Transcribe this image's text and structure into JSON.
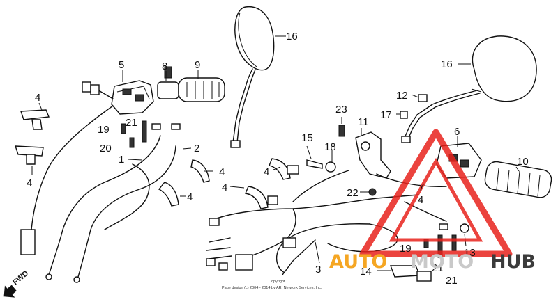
{
  "diagram": {
    "callouts": [
      {
        "id": "c1",
        "text": "1"
      },
      {
        "id": "c2",
        "text": "2"
      },
      {
        "id": "c3",
        "text": "3"
      },
      {
        "id": "c4a",
        "text": "4"
      },
      {
        "id": "c4b",
        "text": "4"
      },
      {
        "id": "c4c",
        "text": "4"
      },
      {
        "id": "c4d",
        "text": "4"
      },
      {
        "id": "c4e",
        "text": "4"
      },
      {
        "id": "c4f",
        "text": "4"
      },
      {
        "id": "c4g",
        "text": "4"
      },
      {
        "id": "c5",
        "text": "5"
      },
      {
        "id": "c6",
        "text": "6"
      },
      {
        "id": "c7",
        "text": "7"
      },
      {
        "id": "c8",
        "text": "8"
      },
      {
        "id": "c9",
        "text": "9"
      },
      {
        "id": "c10",
        "text": "10"
      },
      {
        "id": "c11",
        "text": "11"
      },
      {
        "id": "c12",
        "text": "12"
      },
      {
        "id": "c13",
        "text": "13"
      },
      {
        "id": "c14",
        "text": "14"
      },
      {
        "id": "c15",
        "text": "15"
      },
      {
        "id": "c16a",
        "text": "16"
      },
      {
        "id": "c16b",
        "text": "16"
      },
      {
        "id": "c17",
        "text": "17"
      },
      {
        "id": "c18",
        "text": "18"
      },
      {
        "id": "c19a",
        "text": "19"
      },
      {
        "id": "c19b",
        "text": "19"
      },
      {
        "id": "c20",
        "text": "20"
      },
      {
        "id": "c21a",
        "text": "21"
      },
      {
        "id": "c21b",
        "text": "21"
      },
      {
        "id": "c21c",
        "text": "21"
      },
      {
        "id": "c22",
        "text": "22"
      },
      {
        "id": "c23",
        "text": "23"
      }
    ],
    "direction_label": "FWD",
    "copyright_line1": "Copyright",
    "copyright_line2": "Page design (c) 2004 - 2014 by ARI Network Services, Inc."
  },
  "watermark": {
    "part1": "AUTO",
    "part2": "MOTO",
    "part3": "HUB",
    "color_primary": "#f5a623",
    "color_secondary": "#c9c9c9",
    "color_dark": "#3b3b3b",
    "triangle_color": "#e8231d"
  }
}
